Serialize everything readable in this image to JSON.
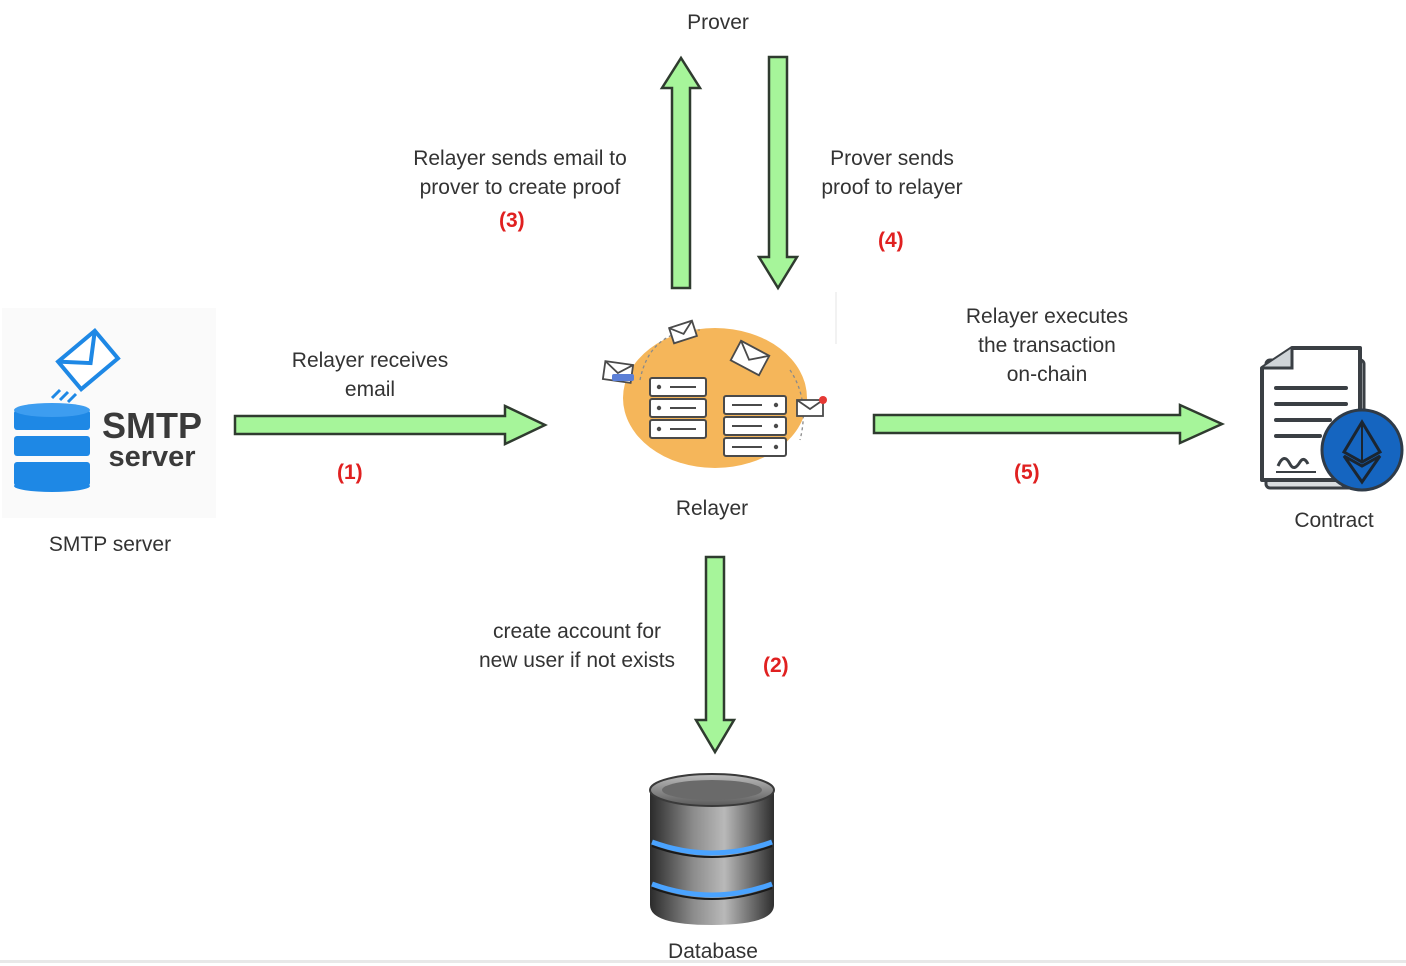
{
  "nodes": {
    "prover": "Prover",
    "relayer": "Relayer",
    "smtp": "SMTP server",
    "smtp_logo_line1": "SMTP",
    "smtp_logo_line2": "server",
    "contract": "Contract",
    "database": "Database"
  },
  "edges": {
    "receive": {
      "line1": "Relayer receives",
      "line2": "email",
      "step": "(1)"
    },
    "create_account": {
      "line1": "create account for",
      "line2": "new user if not exists",
      "step": "(2)"
    },
    "send_to_prover": {
      "line1": "Relayer sends email to",
      "line2": "prover to create proof",
      "step": "(3)"
    },
    "prover_back": {
      "line1": "Prover sends",
      "line2": "proof to relayer",
      "step": "(4)"
    },
    "execute": {
      "line1": "Relayer executes",
      "line2": "the transaction",
      "line3": "on-chain",
      "step": "(5)"
    }
  },
  "colors": {
    "arrow_fill": "#a6f59a",
    "arrow_stroke": "#2f3b2f",
    "step_text": "#e02020",
    "smtp_blue": "#1e88e5",
    "relayer_blob": "#f5b65a",
    "eth_blue": "#1565c0"
  },
  "icons": {
    "smtp": "smtp-server-icon",
    "relayer": "relayer-servers-icon",
    "contract": "contract-document-icon",
    "database": "database-cylinder-icon"
  }
}
